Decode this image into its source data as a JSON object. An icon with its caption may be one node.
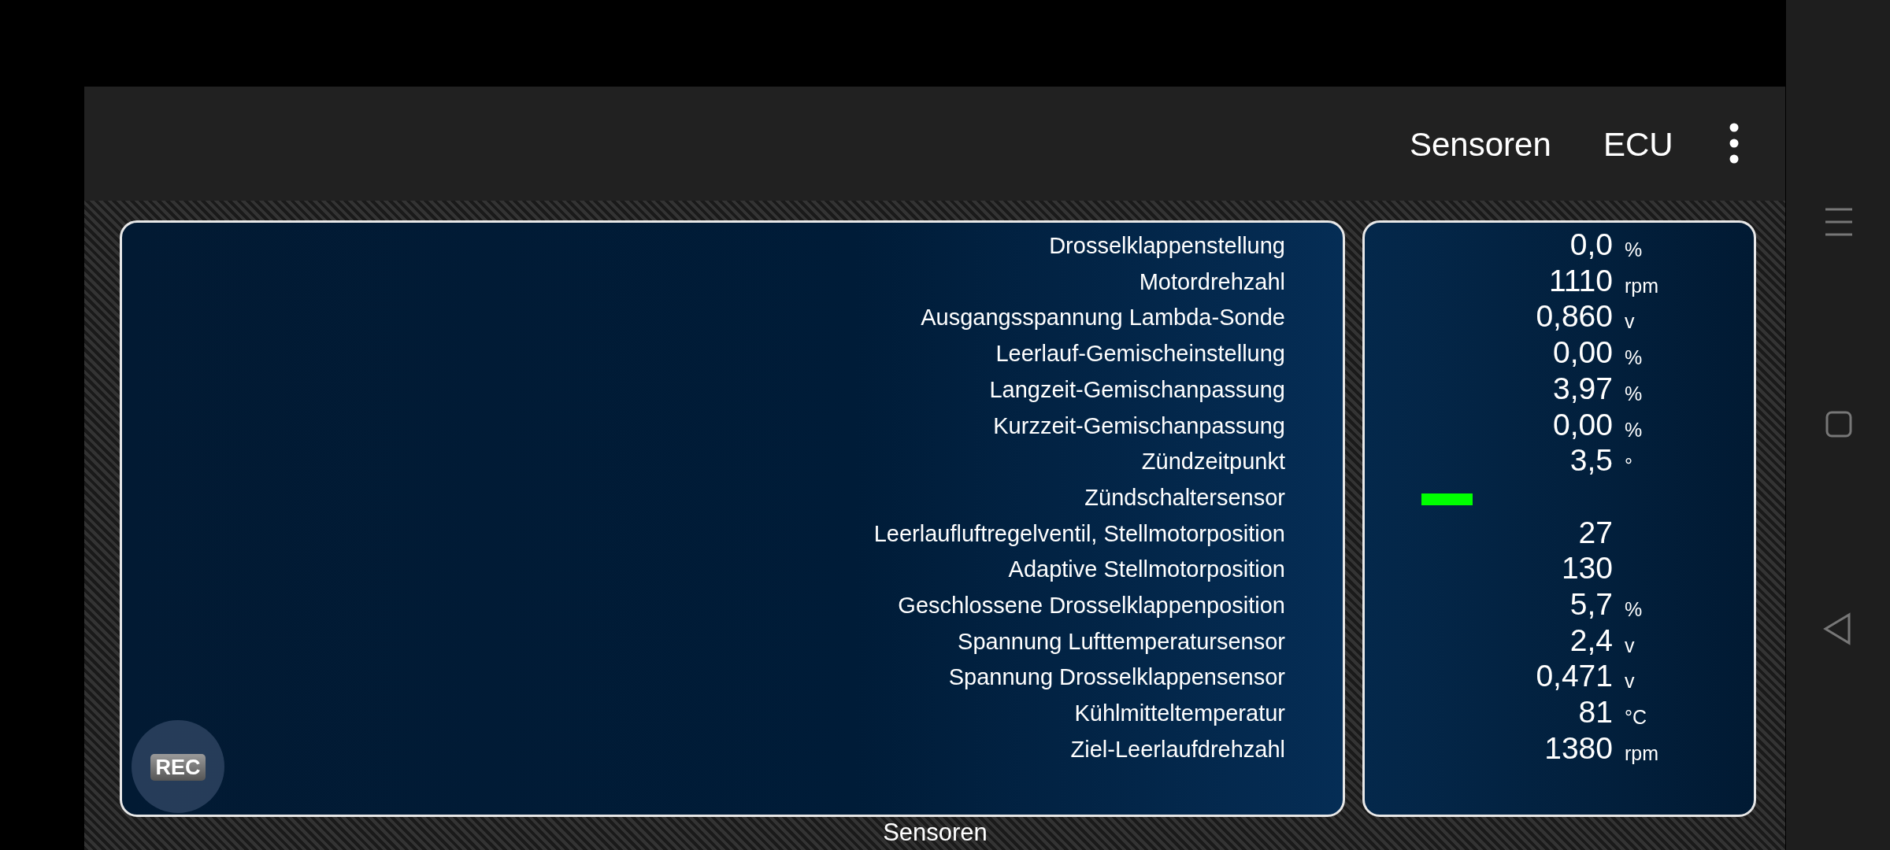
{
  "diagram": {
    "nodes": [
      {
        "text": [
          "Drosselklappenstellung",
          "Motordrehzahl",
          "Ausgangsspannung Lambda-Sonde",
          "Leerlauf-Gemischeinstellung",
          "Langzeit-Gemischanpassung",
          "Kurzzeit-Gemischanpassung",
          "Zündzeitpunkt",
          "Zündschaltersensor",
          "Leerlaufluftregelventil, Stellmotorposition",
          "Adaptive Stellmotorposition",
          "Geschlossene Drosselklappenposition",
          "Spannung Lufttemperatursensor",
          "Spannung Drosselklappensensor",
          "Kühlmitteltemperatur",
          "Ziel-Leerlaufdrehzahl"
        ]
      },
      {
        "text": [
          "0,0",
          "%",
          "1110",
          "rpm",
          "0,860",
          "v",
          "0,00",
          "%",
          "3,97",
          "%",
          "0,00",
          "%",
          "3,5",
          "°",
          "27",
          "130",
          "5,7",
          "%",
          "2,4",
          "v",
          "0,471",
          "v",
          "81",
          "°C",
          "1380",
          "rpm"
        ]
      }
    ],
    "labels": [
      "Sensoren",
      "ECU",
      "REC",
      "Sensoren"
    ]
  }
}
